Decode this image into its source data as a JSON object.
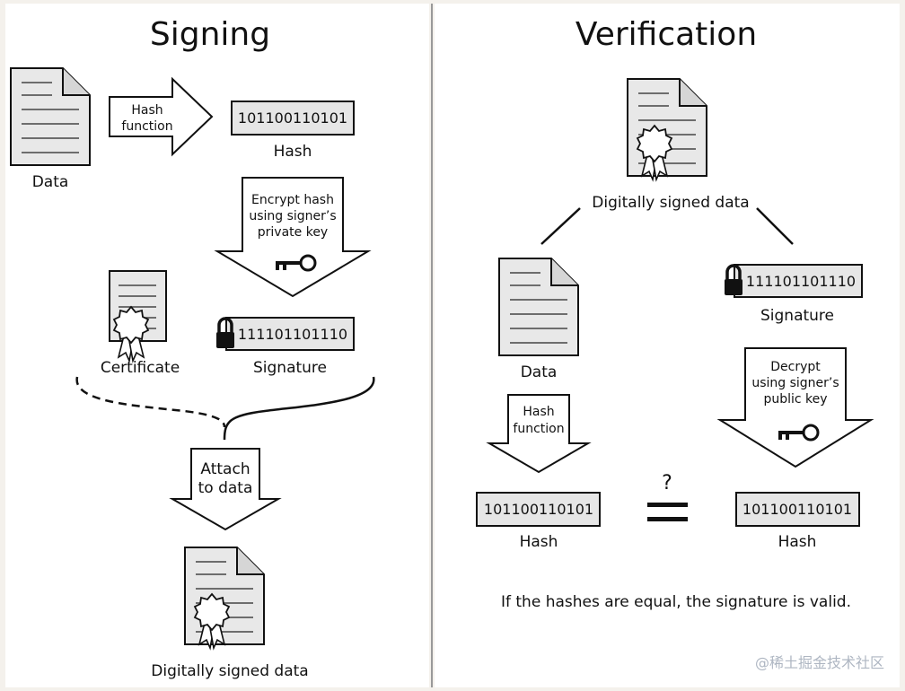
{
  "signing": {
    "title": "Signing",
    "data_label": "Data",
    "hash_function_lines": [
      "Hash",
      "function"
    ],
    "hash_value": "101100110101",
    "hash_label": "Hash",
    "encrypt_lines": [
      "Encrypt hash",
      "using signer’s",
      "private key"
    ],
    "certificate_label": "Certificate",
    "signature_value": "111101101110",
    "signature_label": "Signature",
    "attach_lines": [
      "Attach",
      "to data"
    ],
    "signed_data_label": "Digitally signed data"
  },
  "verification": {
    "title": "Verification",
    "signed_data_label": "Digitally signed data",
    "data_label": "Data",
    "signature_value": "111101101110",
    "signature_label": "Signature",
    "hash_function_lines": [
      "Hash",
      "function"
    ],
    "decrypt_lines": [
      "Decrypt",
      "using signer’s",
      "public key"
    ],
    "hash_value_left": "101100110101",
    "hash_label_left": "Hash",
    "question_mark": "?",
    "hash_value_right": "101100110101",
    "hash_label_right": "Hash",
    "conclusion": "If the hashes are equal, the signature is valid."
  },
  "watermark": "@稀土掘金技术社区",
  "colors": {
    "paper": "#e8e8e8",
    "stroke": "#111111",
    "background": "#ffffff",
    "divider": "#999999"
  }
}
